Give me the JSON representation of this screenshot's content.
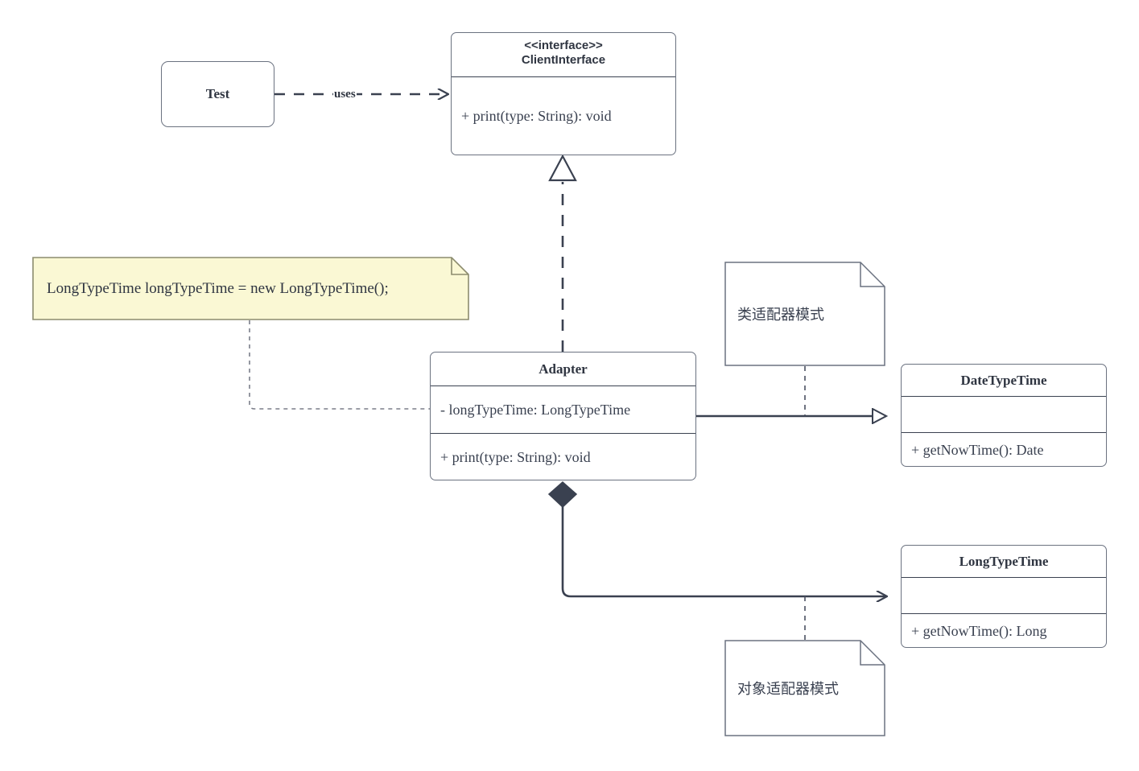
{
  "diagram": {
    "title": "Adapter Pattern UML Class Diagram",
    "colors": {
      "stroke": "#3a4150",
      "box_border": "#6b7280",
      "note_fill": "#faf8d4",
      "note_border": "#8c8c6e",
      "plain_note_fill": "#ffffff",
      "plain_note_border": "#6b7280",
      "background": "#ffffff",
      "text": "#2f3541"
    }
  },
  "nodes": {
    "test": {
      "name": "Test",
      "label": "Test"
    },
    "client_interface": {
      "name": "ClientInterface",
      "stereotype": "<<interface>>",
      "class_name": "ClientInterface",
      "attributes": [],
      "methods": [
        "+ print(type: String): void"
      ]
    },
    "adapter": {
      "name": "Adapter",
      "class_name": "Adapter",
      "attributes": [
        "- longTypeTime: LongTypeTime"
      ],
      "methods": [
        "+ print(type: String): void"
      ]
    },
    "date_type_time": {
      "name": "DateTypeTime",
      "class_name": "DateTypeTime",
      "attributes": [
        ""
      ],
      "methods": [
        "+ getNowTime(): Date"
      ]
    },
    "long_type_time": {
      "name": "LongTypeTime",
      "class_name": "LongTypeTime",
      "attributes": [
        ""
      ],
      "methods": [
        "+ getNowTime(): Long"
      ]
    }
  },
  "notes": {
    "code_note": {
      "text": "LongTypeTime longTypeTime = new LongTypeTime();"
    },
    "class_adapter_note": {
      "text": "类适配器模式"
    },
    "object_adapter_note": {
      "text": "对象适配器模式"
    }
  },
  "edges": [
    {
      "id": "test-uses-clientinterface",
      "from": "Test",
      "to": "ClientInterface",
      "label": "uses",
      "style": "dashed",
      "arrow": "open"
    },
    {
      "id": "adapter-realizes-clientinterface",
      "from": "Adapter",
      "to": "ClientInterface",
      "label": "",
      "style": "dashed",
      "arrow": "hollow-triangle"
    },
    {
      "id": "adapter-extends-datetypetime",
      "from": "Adapter",
      "to": "DateTypeTime",
      "label": "",
      "style": "solid",
      "arrow": "hollow-triangle"
    },
    {
      "id": "adapter-composes-longtypetime",
      "from": "Adapter",
      "to": "LongTypeTime",
      "label": "",
      "style": "solid",
      "arrow": "open",
      "source_decoration": "filled-diamond"
    },
    {
      "id": "code-note-anchor",
      "from": "code_note",
      "to": "Adapter",
      "style": "dotted",
      "arrow": "none"
    },
    {
      "id": "class-adapter-note-anchor",
      "from": "class_adapter_note",
      "to": "adapter-extends-datetypetime",
      "style": "dashed",
      "arrow": "none"
    },
    {
      "id": "object-adapter-note-anchor",
      "from": "object_adapter_note",
      "to": "adapter-composes-longtypetime",
      "style": "dashed",
      "arrow": "none"
    }
  ]
}
